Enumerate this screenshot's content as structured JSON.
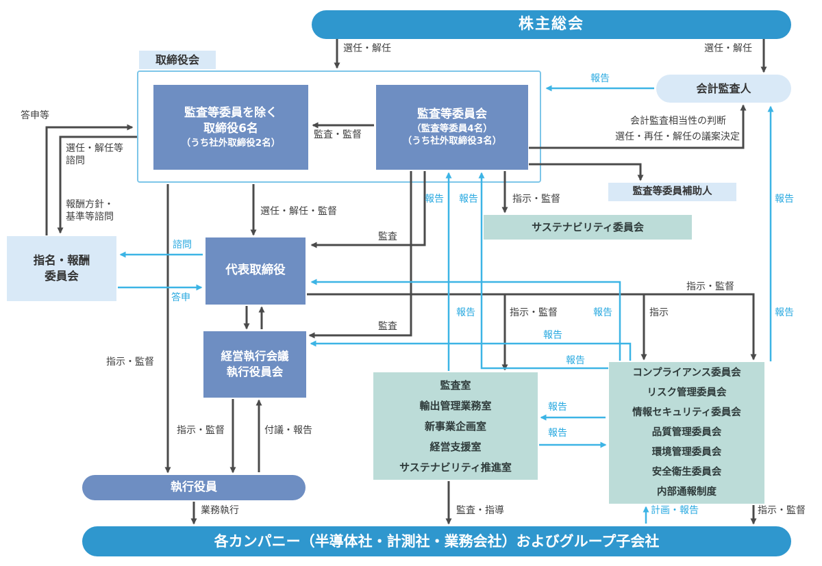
{
  "nodes": {
    "shareholders": {
      "label": "株主総会"
    },
    "board_tag": {
      "label": "取締役会"
    },
    "directors": {
      "line1": "監査等委員を除く",
      "line2": "取締役6名",
      "line3": "（うち社外取締役2名）"
    },
    "audit_committee": {
      "line1": "監査等委員会",
      "line2": "（監査等委員4名）",
      "line3": "（うち社外取締役3名）"
    },
    "accounting_auditor": {
      "label": "会計監査人"
    },
    "audit_assistant": {
      "label": "監査等委員補助人"
    },
    "sustainability_committee": {
      "label": "サステナビリティ委員会"
    },
    "nomination_committee": {
      "line1": "指名・報酬",
      "line2": "委員会"
    },
    "ceo": {
      "label": "代表取締役"
    },
    "exec_meeting": {
      "line1": "経営執行会議",
      "line2": "執行役員会"
    },
    "offices": {
      "items": [
        "監査室",
        "輸出管理業務室",
        "新事業企画室",
        "経営支援室",
        "サステナビリティ推進室"
      ]
    },
    "committees": {
      "items": [
        "コンプライアンス委員会",
        "リスク管理委員会",
        "情報セキュリティ委員会",
        "品質管理委員会",
        "環境管理委員会",
        "安全衛生委員会",
        "内部通報制度"
      ]
    },
    "exec_officers": {
      "label": "執行役員"
    },
    "companies": {
      "label": "各カンパニー（半導体社・計測社・業務会社）およびグループ子会社"
    }
  },
  "edge_labels": {
    "appoint_dismiss_left": "選任・解任",
    "appoint_dismiss_right": "選任・解任",
    "report_auditor_to_board": "報告",
    "audit_supervise": "監査・監督",
    "reply_etc": "答申等",
    "appoint_consult_1": "選任・解任等",
    "appoint_consult_2": "諮問",
    "comp_policy_consult_1": "報酬方針・",
    "comp_policy_consult_2": "基準等諮問",
    "audit_adequacy": "会計監査相当性の判断",
    "auditor_agenda": "選任・再任・解任の議案決定",
    "instruct_supervise_sus": "指示・監督",
    "report_offices_up": "報告",
    "report_committees_up": "報告",
    "report_far_top": "報告",
    "appoint_supervise_ceo": "選任・解任・監督",
    "audit_ceo": "監査",
    "consult": "諮問",
    "reply": "答申",
    "audit_exec": "監査",
    "report_mid": "報告",
    "instruct_supervise_offices": "指示・監督",
    "report_committees_ceo": "報告",
    "instruct": "指示",
    "instruct_supervise_committees": "指示・監督",
    "report_far_mid": "報告",
    "report_to_exec": "報告",
    "report_committees_audit": "報告",
    "instruct_supervise_eo_long": "指示・監督",
    "report_between_1": "報告",
    "report_between_2": "報告",
    "instruct_supervise_eo": "指示・監督",
    "submit_report": "付議・報告",
    "business_exec": "業務執行",
    "audit_guidance": "監査・指導",
    "plan_report": "計画・報告",
    "instruct_supervise_companies": "指示・監督"
  },
  "colors": {
    "accent_blue": "#2f97ce",
    "box_slate_blue": "#6e8ec2",
    "light_blue": "#d9e9f7",
    "teal": "#bcdcd8",
    "arrow_dark": "#4a4a4a",
    "arrow_cyan": "#3cb4e5",
    "board_outline": "#7cc5e8"
  }
}
